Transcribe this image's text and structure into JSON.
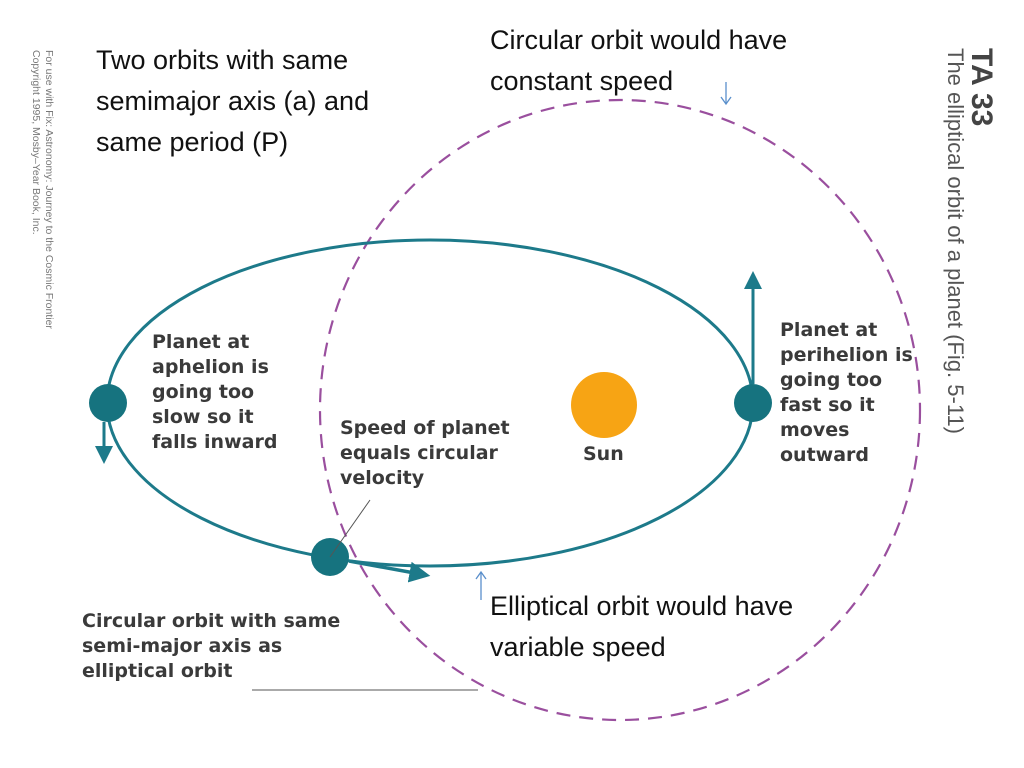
{
  "colors": {
    "orbit": "#1d7a8a",
    "planet": "#16737f",
    "circle": "#9a4f9e",
    "sun": "#f7a414",
    "pointer": "#5a8fcb",
    "label_text": "#3a3a3a",
    "caption_text": "#111111"
  },
  "figure": {
    "ta_label": "TA 33",
    "caption": "The elliptical orbit of a planet (Fig. 5-11)",
    "credit_line1": "For use with Fix: Astronomy: Journey to the Cosmic Frontier",
    "credit_line2": "Copyright 1995, Mosby–Year Book, Inc."
  },
  "notes": {
    "two_orbits": [
      "Two orbits with same",
      "semimajor axis (a) and",
      "same period (P)"
    ],
    "circular_constant": [
      "Circular orbit would have",
      "constant speed"
    ],
    "elliptical_variable": [
      "Elliptical orbit would have",
      "variable speed"
    ]
  },
  "labels": {
    "aphelion": [
      "Planet at",
      "aphelion is",
      "going too",
      "slow so it",
      "falls inward"
    ],
    "perihelion": [
      "Planet at",
      "perihelion is",
      "going too",
      "fast so it",
      "moves",
      "outward"
    ],
    "speed_equal": [
      "Speed of planet",
      "equals circular",
      "velocity"
    ],
    "sun": "Sun",
    "circular_same": [
      "Circular orbit with same",
      "semi-major axis as",
      "elliptical orbit"
    ]
  },
  "icons": {
    "planets": "filled-circle",
    "sun": "filled-circle",
    "arrows": "arrow"
  }
}
